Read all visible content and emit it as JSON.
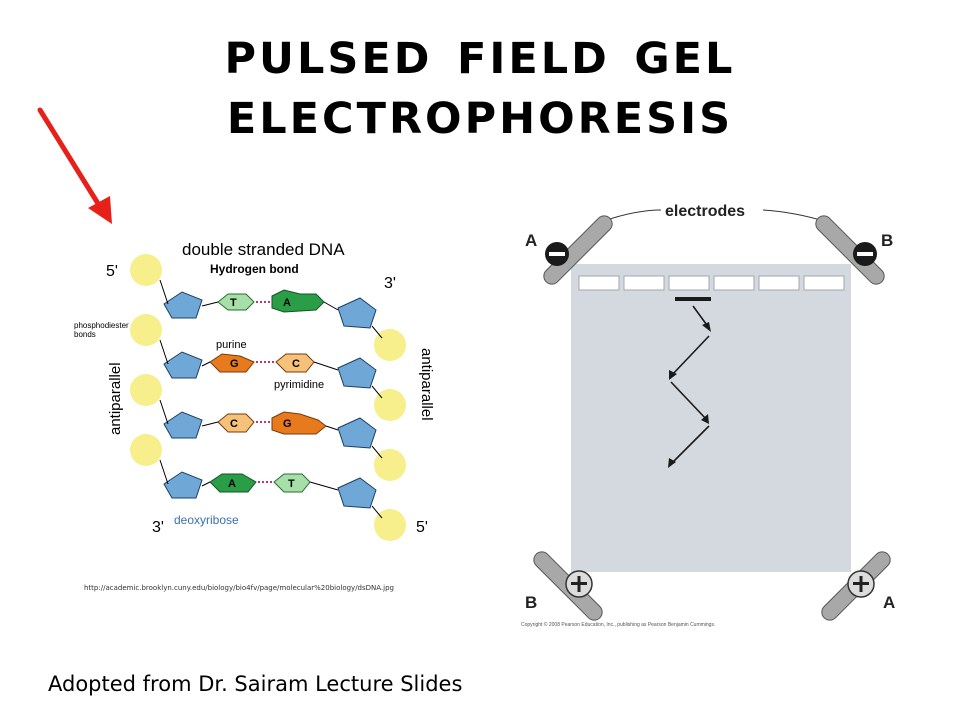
{
  "title": {
    "line1": "PULSED FIELD GEL",
    "line2": "ELECTROPHORESIS"
  },
  "dna_figure": {
    "heading": "double stranded DNA",
    "hydrogen_bond": "Hydrogen bond",
    "five_prime_top": "5'",
    "three_prime_top": "3'",
    "three_prime_bottom": "3'",
    "five_prime_bottom": "5'",
    "phosphodiester": "phosphodiester",
    "bonds": "bonds",
    "antiparallel_left": "antiparallel",
    "antiparallel_right": "antiparallel",
    "purine": "purine",
    "pyrimidine": "pyrimidine",
    "deoxyribose": "deoxyribose",
    "bases": [
      {
        "left": "T",
        "right": "A"
      },
      {
        "left": "G",
        "right": "C"
      },
      {
        "left": "C",
        "right": "G"
      },
      {
        "left": "A",
        "right": "T"
      }
    ],
    "url": "http://academic.brooklyn.cuny.edu/biology/bio4fv/page/molecular%20biology/dsDNA.jpg"
  },
  "gel_figure": {
    "electrodes": "electrodes",
    "label_a_top": "A",
    "label_b_top": "B",
    "label_b_bottom": "B",
    "label_a_bottom": "A",
    "copyright": "Copyright © 2008 Pearson Education, Inc., publishing as Pearson Benjamin Cummings.",
    "colors": {
      "gel": "#d4d9e0",
      "electrode": "#a8a8a8"
    }
  },
  "credit": "Adopted from Dr. Sairam Lecture Slides",
  "colors": {
    "arrow": "#e8201a",
    "phosphate": "#f7ee8c",
    "sugar": "#6fa8d6",
    "purine_orange": "#e87a1e",
    "green": "#2a9d47",
    "light_green": "#a6e0a8",
    "light_orange": "#f6c27a"
  }
}
